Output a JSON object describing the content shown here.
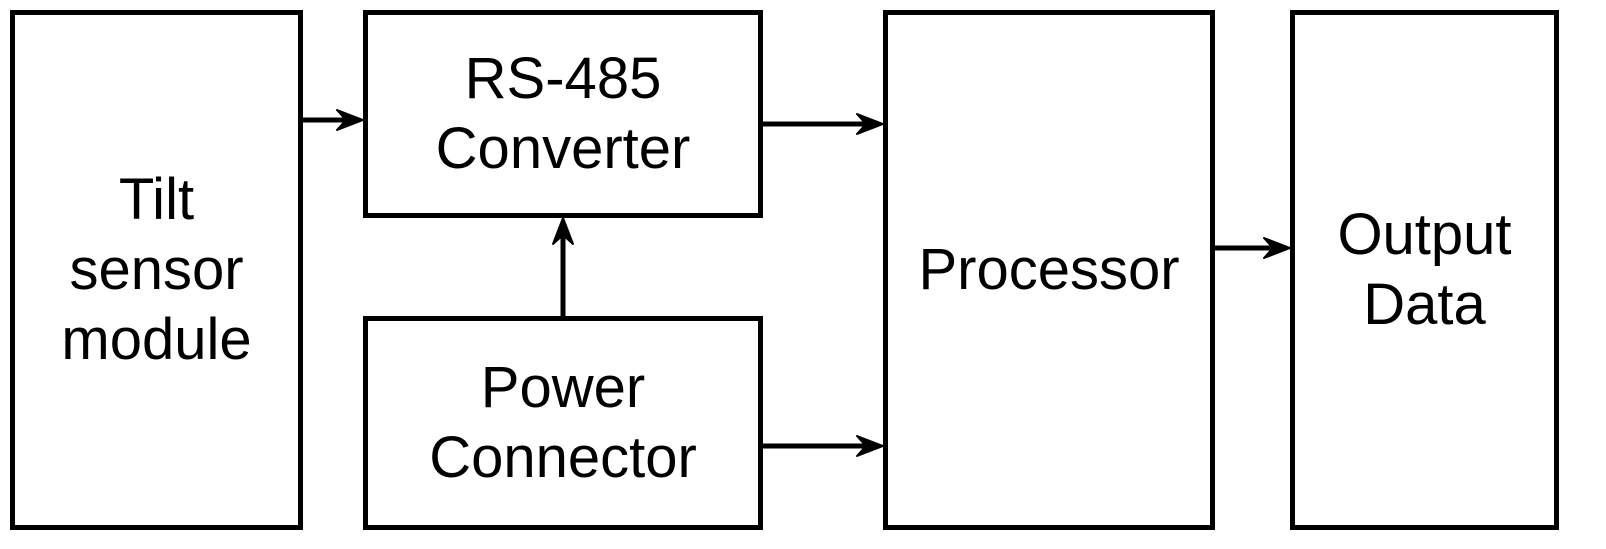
{
  "diagram": {
    "blocks": {
      "tilt_sensor": {
        "lines": [
          "Tilt",
          "sensor",
          "module"
        ]
      },
      "rs485_converter": {
        "lines": [
          "RS-485",
          "Converter"
        ]
      },
      "power_connector": {
        "lines": [
          "Power",
          "Connector"
        ]
      },
      "processor": {
        "lines": [
          "Processor"
        ]
      },
      "output_data": {
        "lines": [
          "Output",
          "Data"
        ]
      }
    },
    "connections": [
      {
        "from": "Tilt sensor module",
        "to": "RS-485 Converter"
      },
      {
        "from": "Power Connector",
        "to": "RS-485 Converter"
      },
      {
        "from": "RS-485 Converter",
        "to": "Processor"
      },
      {
        "from": "Power Connector",
        "to": "Processor"
      },
      {
        "from": "Processor",
        "to": "Output Data"
      }
    ],
    "colors": {
      "stroke": "#000000",
      "background": "#ffffff"
    }
  }
}
